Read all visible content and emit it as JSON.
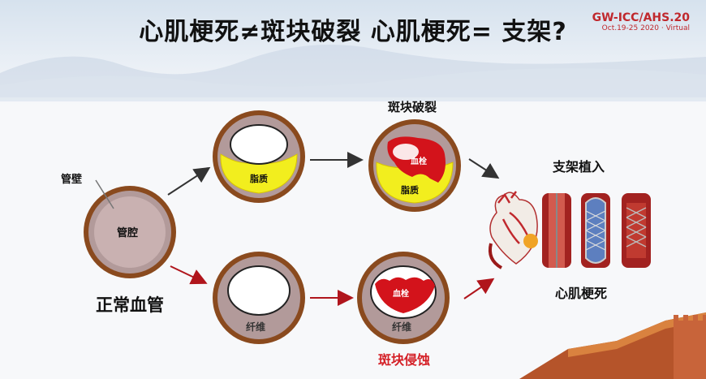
{
  "slide": {
    "title": "心肌梗死≠斑块破裂  心肌梗死= 支架?",
    "conference": {
      "name": "GW-ICC/AHS.20",
      "date": "Oct.19-25 2020 · Virtual"
    }
  },
  "labels": {
    "wall": "管壁",
    "lumen": "管腔",
    "normal_vessel": "正常血管",
    "lipid": "脂质",
    "fiber": "纤维",
    "thrombus": "血栓",
    "plaque_rupture": "斑块破裂",
    "plaque_erosion": "斑块侵蚀",
    "stent_implant": "支架植入",
    "mi": "心肌梗死"
  },
  "colors": {
    "outer_ring": "#8a4a1e",
    "wall": "#b29a9a",
    "lipid": "#f2ee1e",
    "thrombus": "#d3131b",
    "accent": "#d41f26"
  }
}
